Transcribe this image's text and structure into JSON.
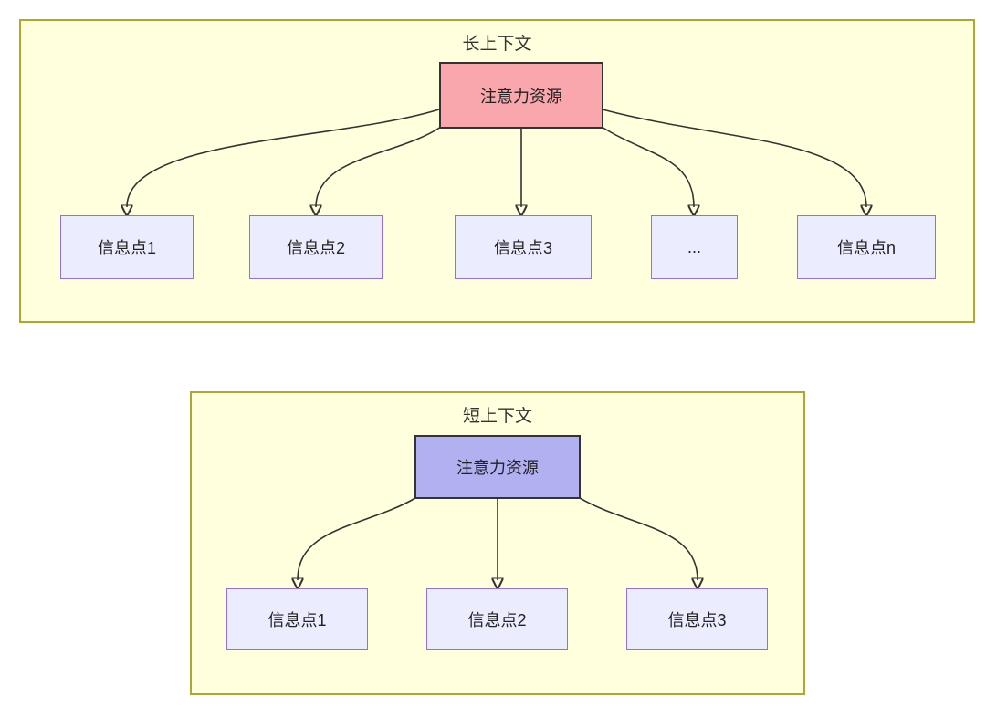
{
  "diagram": {
    "kind": "attention-allocation-comparison",
    "colors": {
      "cluster_fill": "#ffffde",
      "cluster_border": "#aaaa33",
      "info_node_fill": "#ececff",
      "info_node_border": "#9370db",
      "attention_long_fill": "#f9a7ac",
      "attention_short_fill": "#b1b0f1",
      "attention_border": "#333333",
      "edge_color": "#333333",
      "text_color": "#222222"
    },
    "long_context": {
      "title": "长上下文",
      "attention": "注意力资源",
      "info_points": [
        "信息点1",
        "信息点2",
        "信息点3",
        "...",
        "信息点n"
      ]
    },
    "short_context": {
      "title": "短上下文",
      "attention": "注意力资源",
      "info_points": [
        "信息点1",
        "信息点2",
        "信息点3"
      ]
    }
  }
}
